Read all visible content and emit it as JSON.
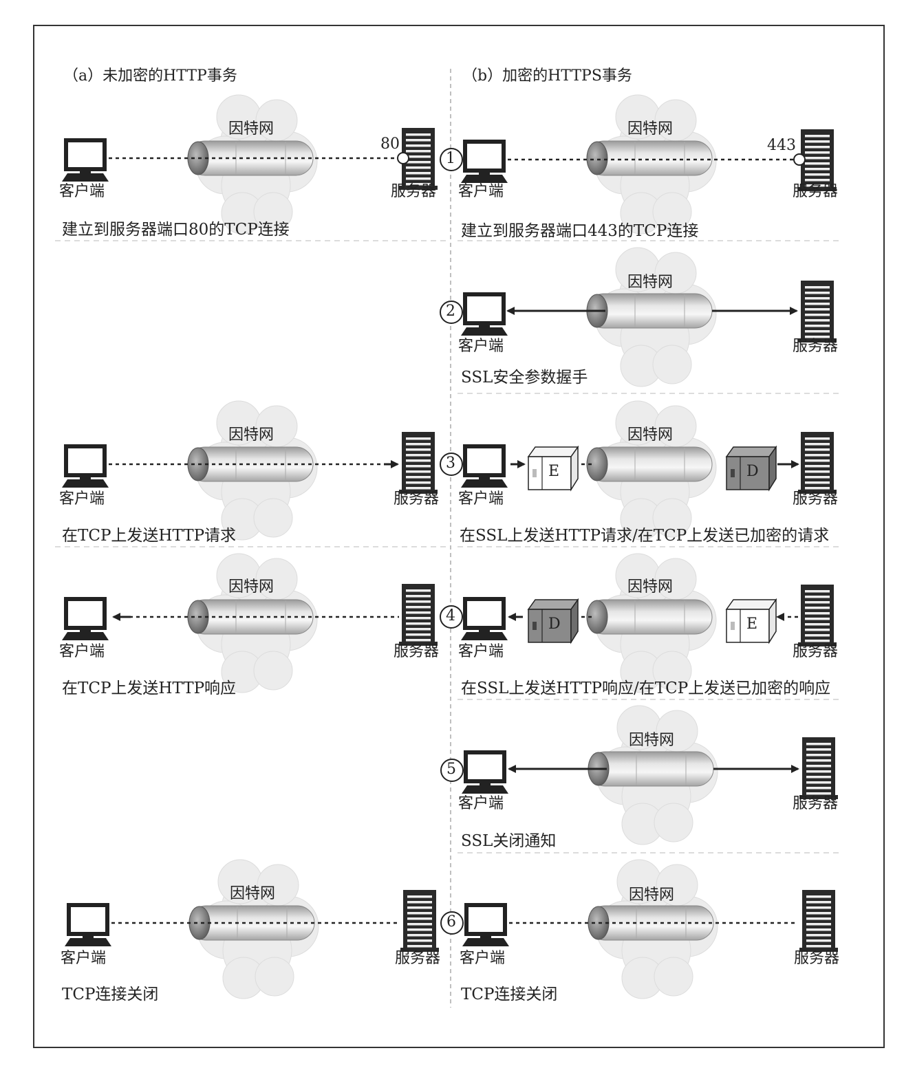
{
  "panels": {
    "a_title": "（a）未加密的HTTP事务",
    "b_title": "（b）加密的HTTPS事务"
  },
  "labels": {
    "internet": "因特网",
    "client": "客户端",
    "server": "服务器",
    "port_http": "80",
    "port_https": "443",
    "enc_box": "E",
    "dec_box": "D"
  },
  "steps": {
    "s1": {
      "num": "1",
      "a_caption": "建立到服务器端口80的TCP连接",
      "b_caption": "建立到服务器端口443的TCP连接"
    },
    "s2": {
      "num": "2",
      "b_caption": "SSL安全参数握手"
    },
    "s3": {
      "num": "3",
      "a_caption": "在TCP上发送HTTP请求",
      "b_caption": "在SSL上发送HTTP请求/在TCP上发送已加密的请求"
    },
    "s4": {
      "num": "4",
      "a_caption": "在TCP上发送HTTP响应",
      "b_caption": "在SSL上发送HTTP响应/在TCP上发送已加密的响应"
    },
    "s5": {
      "num": "5",
      "b_caption": "SSL关闭通知"
    },
    "s6": {
      "num": "6",
      "a_caption": "TCP连接关闭",
      "b_caption": "TCP连接关闭"
    }
  },
  "colors": {
    "ink": "#222222",
    "cloud": "#ececec",
    "tube": "#bdbdbd",
    "box_dark": "#8a8a8a"
  }
}
